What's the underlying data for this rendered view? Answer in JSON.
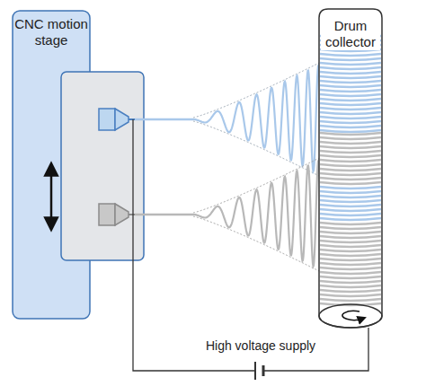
{
  "diagram": {
    "nodes": [
      {
        "text": [
          "CNC motion stage"
        ]
      },
      {
        "text": [
          "Drum collector"
        ]
      }
    ],
    "labels": [
      "High voltage supply"
    ]
  }
}
